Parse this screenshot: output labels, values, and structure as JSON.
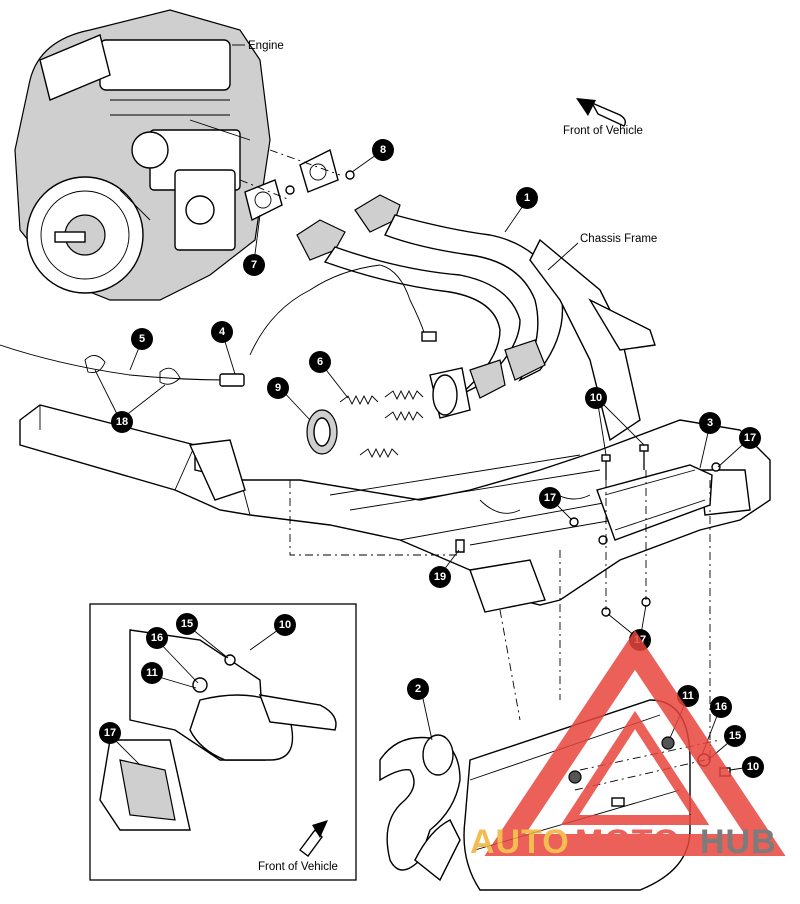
{
  "labels": {
    "engine": "Engine",
    "front_of_vehicle_top": "Front of Vehicle",
    "chassis_frame": "Chassis Frame",
    "front_of_vehicle_inset": "Front of Vehicle"
  },
  "callouts": {
    "c1": "1",
    "c2": "2",
    "c3": "3",
    "c4": "4",
    "c5": "5",
    "c6": "6",
    "c7": "7",
    "c8": "8",
    "c9": "9",
    "c10a": "10",
    "c10b": "10",
    "c10c": "10",
    "c11a": "11",
    "c11b": "11",
    "c15a": "15",
    "c15b": "15",
    "c16a": "16",
    "c16b": "16",
    "c17a": "17",
    "c17b": "17",
    "c17c": "17",
    "c17d": "17",
    "c18": "18",
    "c19": "19"
  },
  "watermark": {
    "part1": "AUTO",
    "part2": "MOTO",
    "part3": "HUB",
    "color_primary": "#e8453c",
    "color_secondary": "#f2b233",
    "color_dark": "#666666"
  },
  "colors": {
    "ink": "#000000",
    "paper": "#ffffff"
  }
}
